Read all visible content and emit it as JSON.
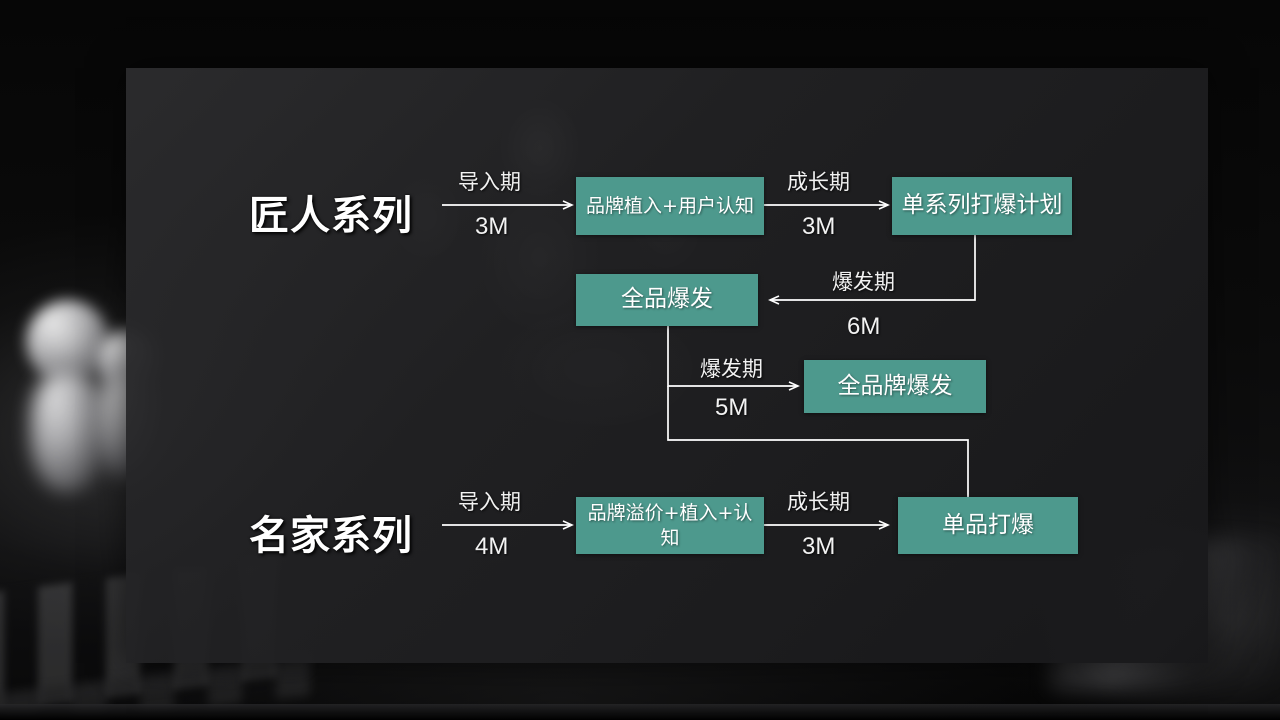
{
  "slide": {
    "background_style": "dark blurred chessboard photograph",
    "panel_color": "#2c2c2e",
    "accent_color": "#4d998d",
    "text_color": "#ffffff"
  },
  "series": [
    {
      "id": "artisan",
      "label": "匠人系列"
    },
    {
      "id": "master",
      "label": "名家系列"
    }
  ],
  "nodes": [
    {
      "id": "n1",
      "label": "品牌植入+用户认知"
    },
    {
      "id": "n2",
      "label": "单系列打爆计划"
    },
    {
      "id": "n3",
      "label": "全品爆发"
    },
    {
      "id": "n4",
      "label": "全品牌爆发"
    },
    {
      "id": "n5",
      "label": "品牌溢价+植入+认知"
    },
    {
      "id": "n6",
      "label": "单品打爆"
    }
  ],
  "edges": [
    {
      "id": "e1",
      "phase": "导入期",
      "duration": "3M",
      "from": "artisan",
      "to": "n1"
    },
    {
      "id": "e2",
      "phase": "成长期",
      "duration": "3M",
      "from": "n1",
      "to": "n2"
    },
    {
      "id": "e3",
      "phase": "爆发期",
      "duration": "6M",
      "from": "n2",
      "to": "n3"
    },
    {
      "id": "e4",
      "phase": "爆发期",
      "duration": "5M",
      "from": "n3",
      "to": "n4"
    },
    {
      "id": "e5",
      "phase": "导入期",
      "duration": "4M",
      "from": "master",
      "to": "n5"
    },
    {
      "id": "e6",
      "phase": "成长期",
      "duration": "3M",
      "from": "n5",
      "to": "n6"
    }
  ]
}
